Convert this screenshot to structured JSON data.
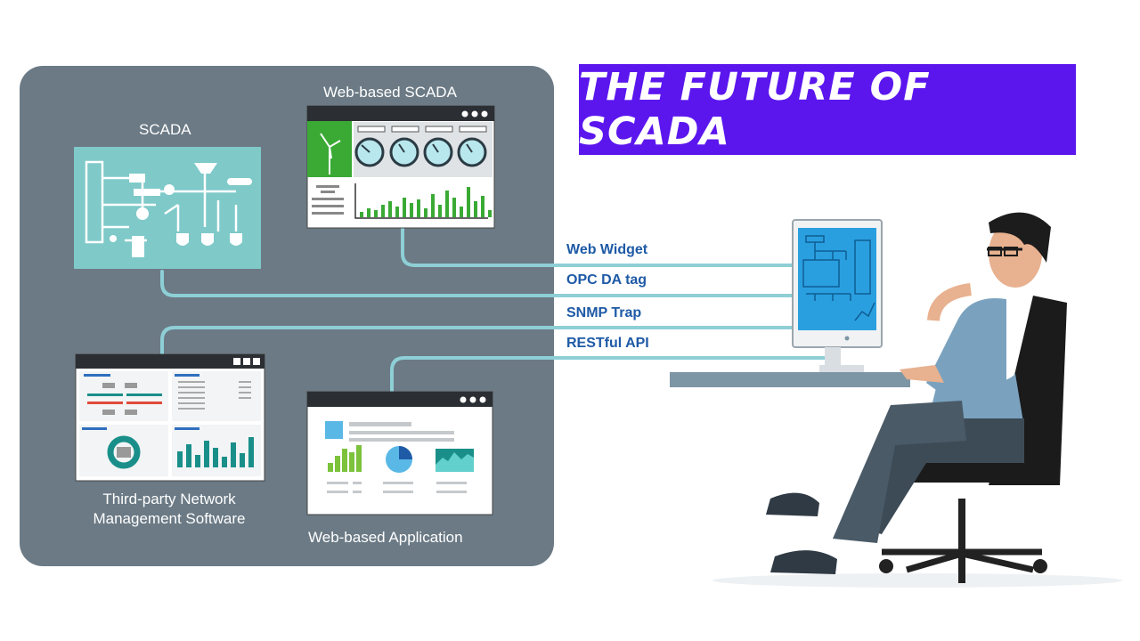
{
  "banner": {
    "title": "THE FUTURE OF SCADA"
  },
  "nodes": {
    "scada": "SCADA",
    "web_scada": "Web-based SCADA",
    "third_party_line1": "Third-party Network",
    "third_party_line2": "Management Software",
    "web_app": "Web-based Application"
  },
  "protocols": [
    "Web Widget",
    "OPC DA tag",
    "SNMP Trap",
    "RESTful API"
  ],
  "colors": {
    "banner": "#5b16ee",
    "panel": "#6b7a85",
    "scada_screen": "#7fc9c9",
    "connector": "#8ecfd6",
    "protocol_text": "#1e5aa6",
    "chart_green": "#3aaa35",
    "chart_teal": "#1a8f8a",
    "monitor_screen": "#2a9fe0"
  }
}
